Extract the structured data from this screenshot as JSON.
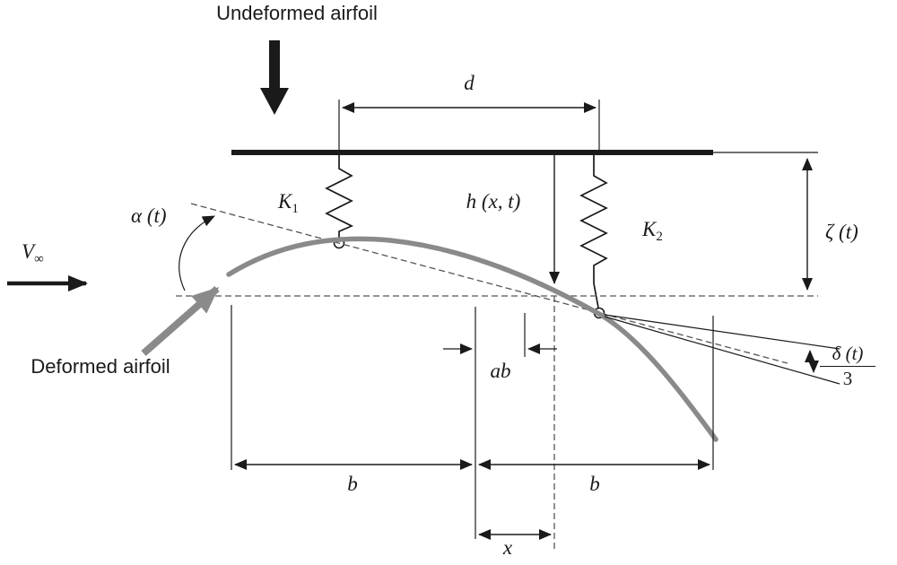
{
  "diagram": {
    "labels": {
      "undeformed_airfoil": "Undeformed airfoil",
      "deformed_airfoil": "Deformed airfoil",
      "velocity_main": "V",
      "velocity_sub": "∞",
      "alpha": "α (t)",
      "spring1_main": "K",
      "spring1_sub": "1",
      "spring2_main": "K",
      "spring2_sub": "2",
      "plunge": "h (x, t)",
      "zeta": "ζ (t)",
      "d": "d",
      "ab": "ab",
      "b_left": "b",
      "b_right": "b",
      "x": "x",
      "delta_numerator": "δ (t)",
      "delta_denominator": "3"
    },
    "colors": {
      "line": "#1a1a1a",
      "airfoil": "#8a8a8a",
      "dashed": "#555555",
      "background": "#ffffff"
    }
  }
}
